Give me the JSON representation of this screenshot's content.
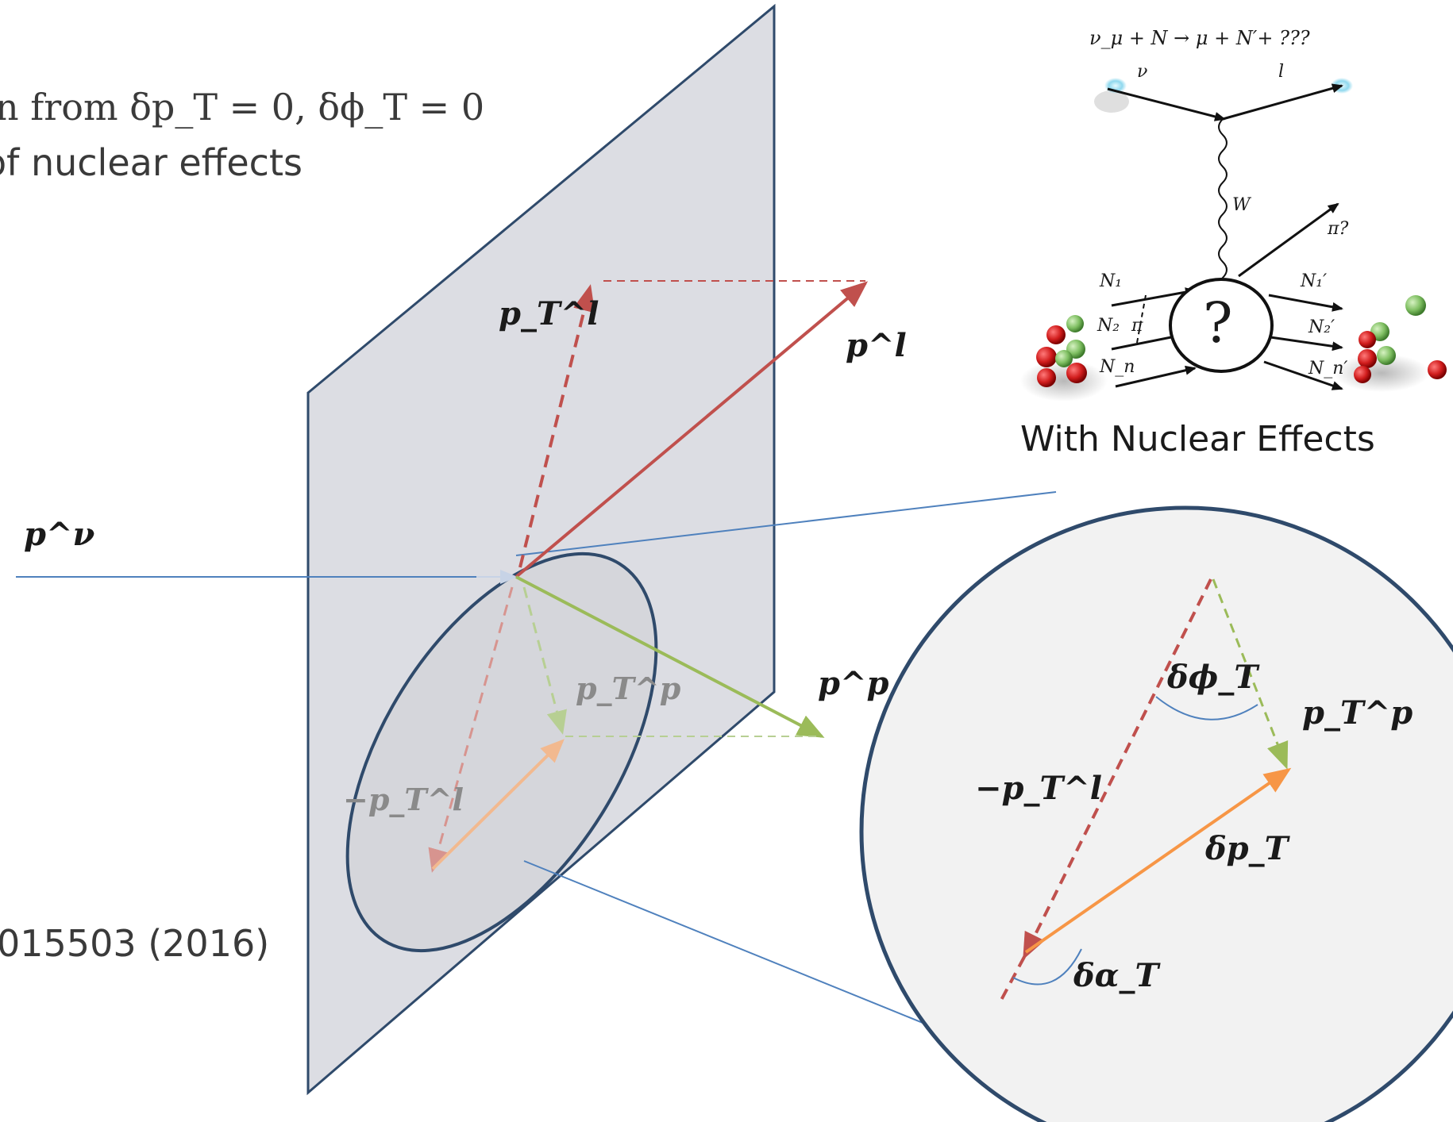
{
  "slide_text": {
    "line1": "n from δp_T = 0,  δϕ_T = 0",
    "line2": "of nuclear effects",
    "reference": "015503 (2016)"
  },
  "feynman": {
    "reaction": "ν_μ + N → μ + N′+ ???",
    "nu": "ν",
    "lepton": "l",
    "w": "W",
    "pion": "π?",
    "n1": "N₁",
    "n2": "N₂",
    "nn": "N_n",
    "pi_exchange": "π",
    "n1p": "N₁′",
    "n2p": "N₂′",
    "nnp": "N_n′",
    "blob": "?",
    "caption": "With Nuclear Effects"
  },
  "labels": {
    "p_nu": "p^ν",
    "p_l": "p^l",
    "pT_l": "p_T^l",
    "p_p": "p^p",
    "pT_p": "p_T^p",
    "minus_pT_l": "−p_T^l",
    "inset_minus_pT_l": "−p_T^l",
    "inset_pT_p": "p_T^p",
    "inset_delta_phiT": "δϕ_T",
    "inset_delta_pT": "δp_T",
    "inset_delta_alphaT": "δα_T"
  },
  "colors": {
    "plane_fill": "#dcdde3",
    "plane_stroke": "#2f4a6b",
    "lepton": "#c0504d",
    "proton": "#9bbb59",
    "delta_pT": "#f79646",
    "neutrino": "#4f81bd"
  }
}
